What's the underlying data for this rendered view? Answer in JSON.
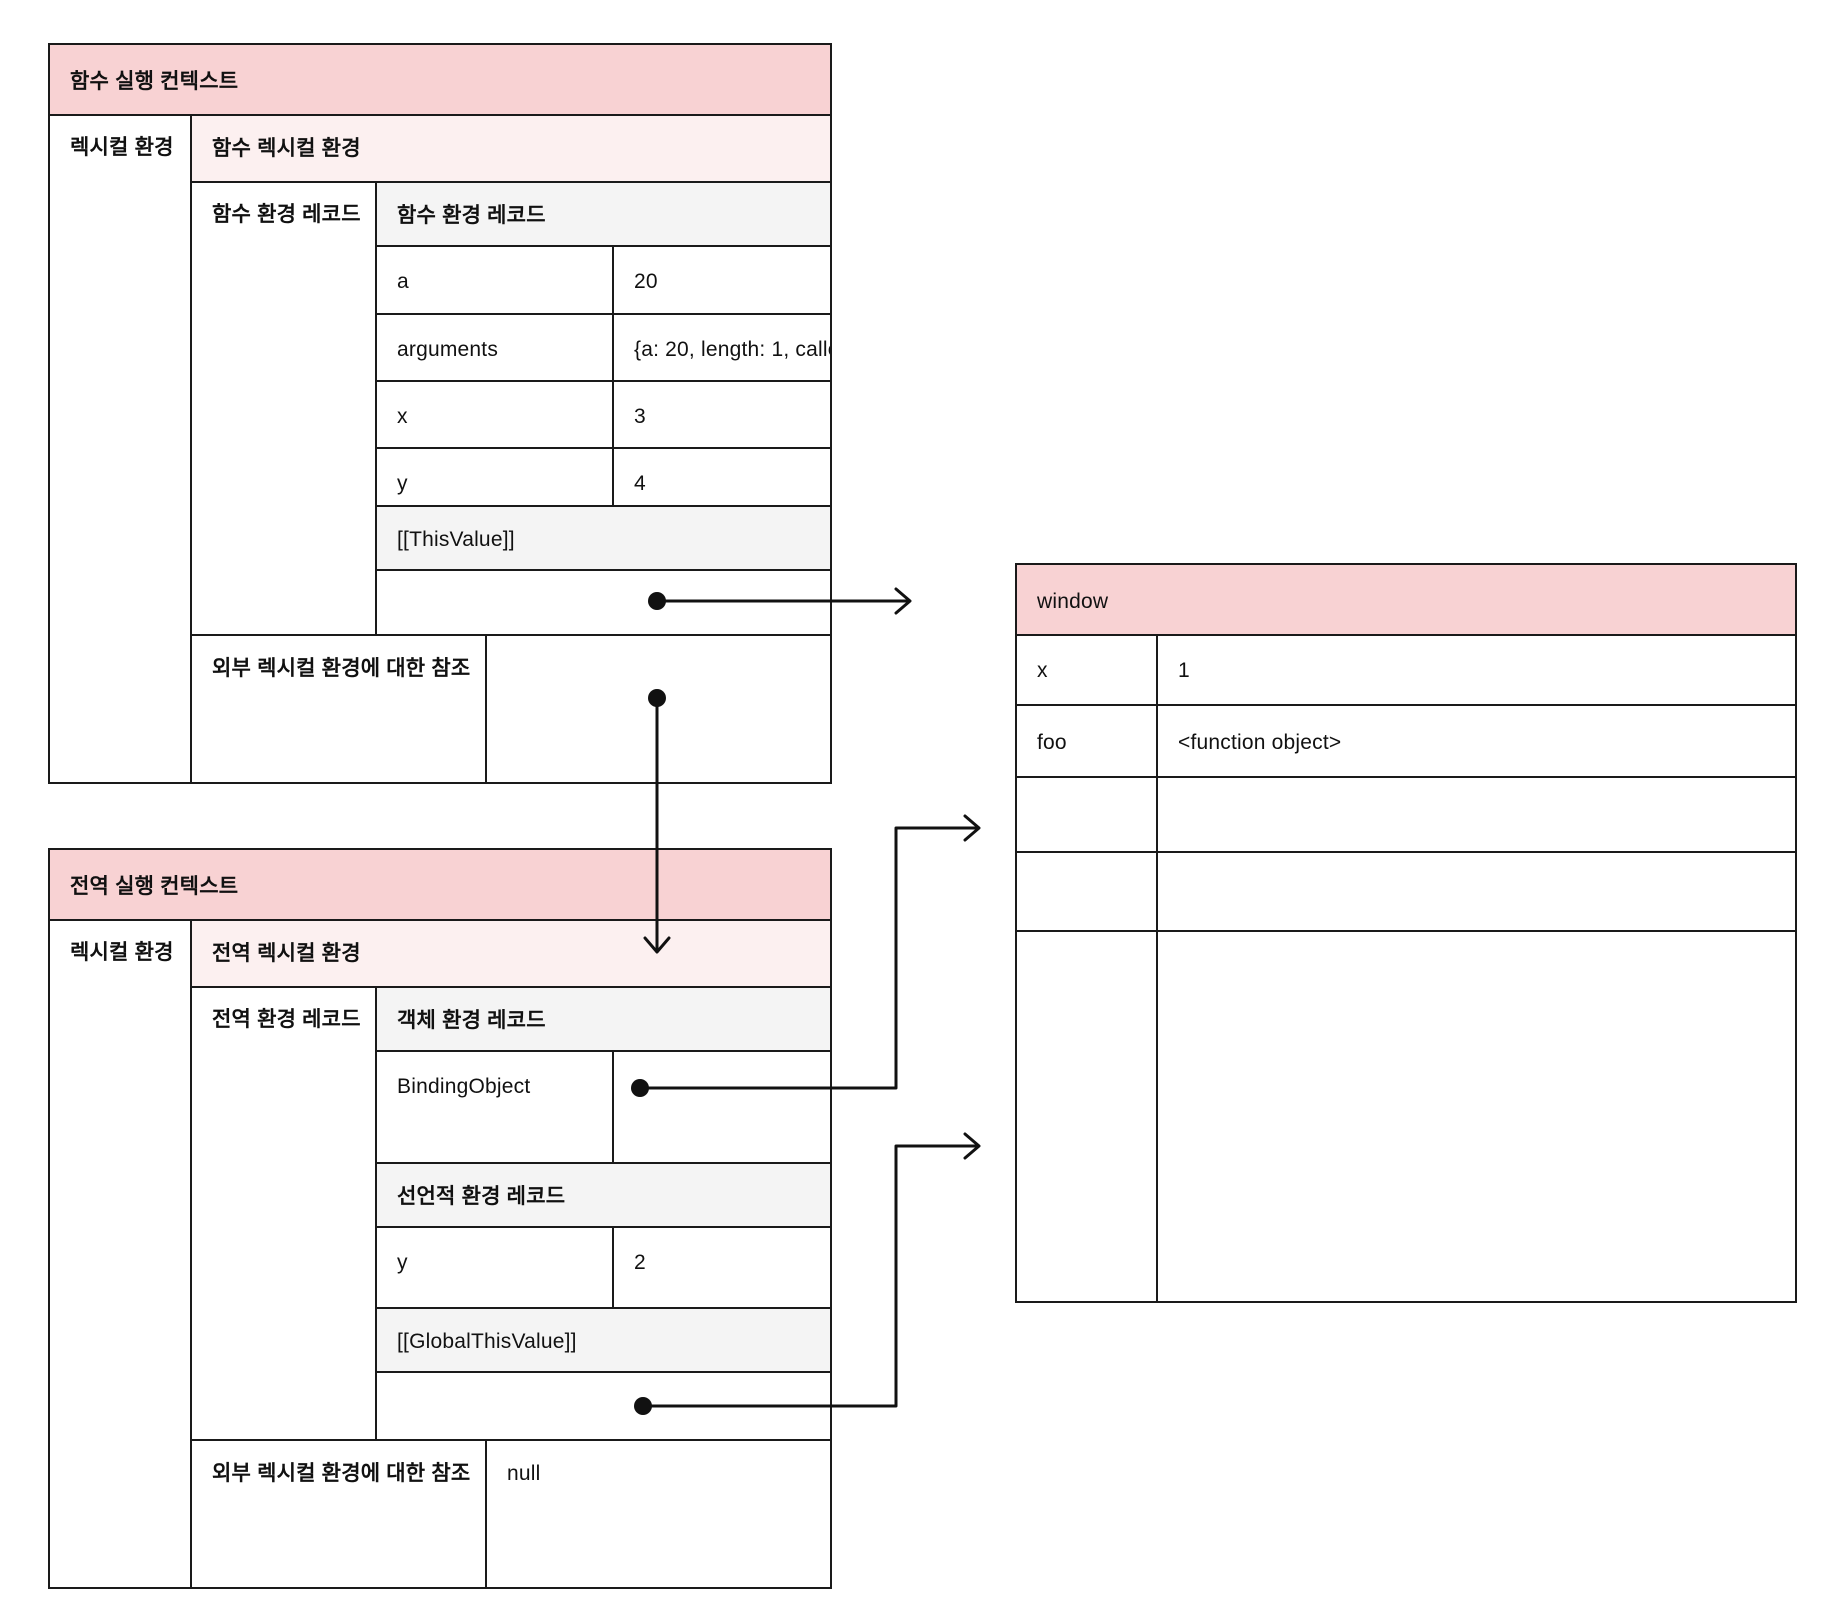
{
  "function_context": {
    "title": "함수 실행 컨텍스트",
    "lexical_env_label": "렉시컬 환경",
    "function_lexical_env": "함수 렉시컬 환경",
    "env_record_label": "함수 환경 레코드",
    "env_record_header": "함수 환경 레코드",
    "rows": [
      {
        "key": "a",
        "value": "20"
      },
      {
        "key": "arguments",
        "value": "{a: 20, length: 1, calle"
      },
      {
        "key": "x",
        "value": "3"
      },
      {
        "key": "y",
        "value": "4"
      }
    ],
    "this_value": "[[ThisValue]]",
    "outer_ref": "외부 렉시컬 환경에 대한 참조"
  },
  "global_context": {
    "title": "전역 실행 컨텍스트",
    "lexical_env_label": "렉시컬 환경",
    "global_lexical_env": "전역 렉시컬 환경",
    "env_record_label": "전역 환경 레코드",
    "object_env_record": "객체 환경 레코드",
    "binding_object": "BindingObject",
    "declarative_env_record": "선언적 환경 레코드",
    "rows": [
      {
        "key": "y",
        "value": "2"
      }
    ],
    "global_this_value": "[[GlobalThisValue]]",
    "outer_ref": "외부 렉시컬 환경에 대한 참조",
    "outer_ref_value": "null"
  },
  "window": {
    "title": "window",
    "rows": [
      {
        "key": "x",
        "value": "1"
      },
      {
        "key": "foo",
        "value": "<function object>"
      }
    ]
  }
}
